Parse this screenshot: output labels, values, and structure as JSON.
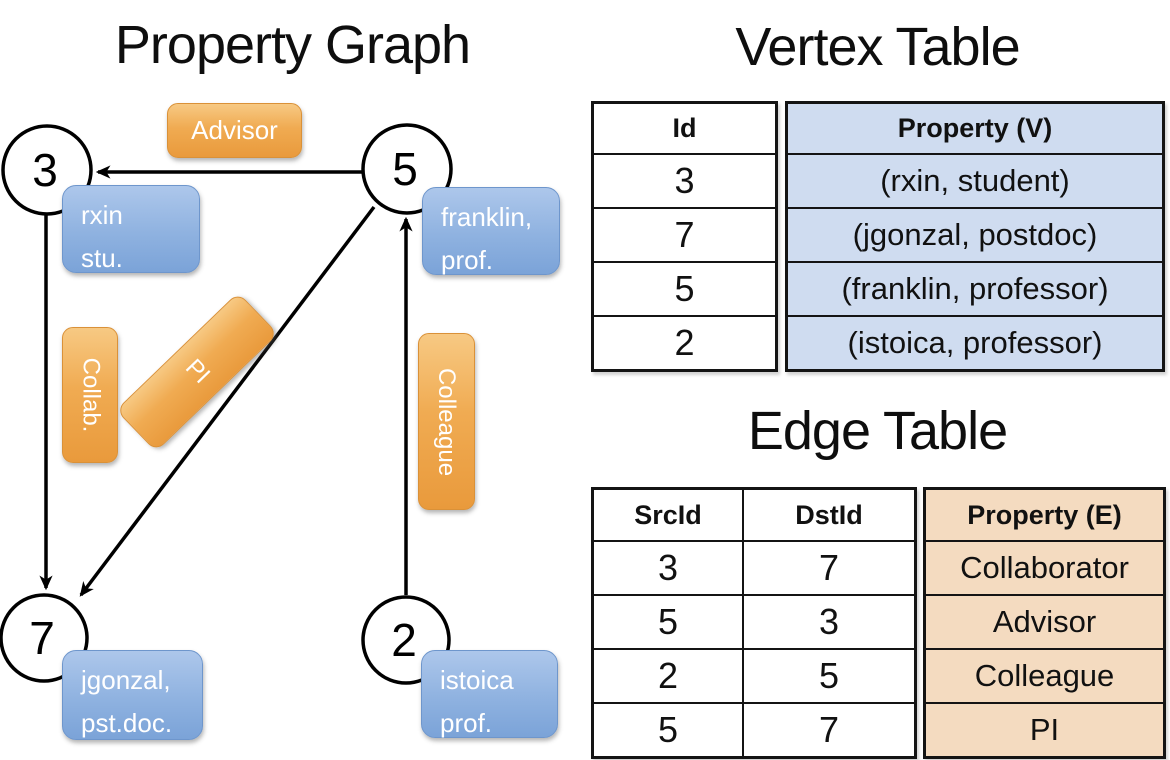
{
  "titles": {
    "graph": "Property Graph",
    "vertex_table": "Vertex Table",
    "edge_table": "Edge Table"
  },
  "graph": {
    "nodes": [
      {
        "id": "3",
        "property_lines": [
          "rxin",
          "stu."
        ]
      },
      {
        "id": "5",
        "property_lines": [
          "franklin,",
          "prof."
        ]
      },
      {
        "id": "7",
        "property_lines": [
          "jgonzal,",
          "pst.doc."
        ]
      },
      {
        "id": "2",
        "property_lines": [
          "istoica",
          "prof."
        ]
      }
    ],
    "edge_labels": {
      "advisor": "Advisor",
      "collaborator": "Collab.",
      "pi": "PI",
      "colleague": "Colleague"
    }
  },
  "vertex_table": {
    "headers": {
      "id": "Id",
      "property": "Property (V)"
    },
    "rows": [
      {
        "id": "3",
        "property": "(rxin, student)"
      },
      {
        "id": "7",
        "property": "(jgonzal, postdoc)"
      },
      {
        "id": "5",
        "property": "(franklin, professor)"
      },
      {
        "id": "2",
        "property": "(istoica, professor)"
      }
    ]
  },
  "edge_table": {
    "headers": {
      "src": "SrcId",
      "dst": "DstId",
      "property": "Property (E)"
    },
    "rows": [
      {
        "src": "3",
        "dst": "7",
        "property": "Collaborator"
      },
      {
        "src": "5",
        "dst": "3",
        "property": "Advisor"
      },
      {
        "src": "2",
        "dst": "5",
        "property": "Colleague"
      },
      {
        "src": "5",
        "dst": "7",
        "property": "PI"
      }
    ]
  },
  "colors": {
    "vertex_property_fill": "#cfdcf0",
    "edge_property_fill": "#f4dbc0",
    "node_label_blue": "#8fb2e0",
    "edge_label_orange": "#efa64b",
    "stroke": "#000000"
  }
}
